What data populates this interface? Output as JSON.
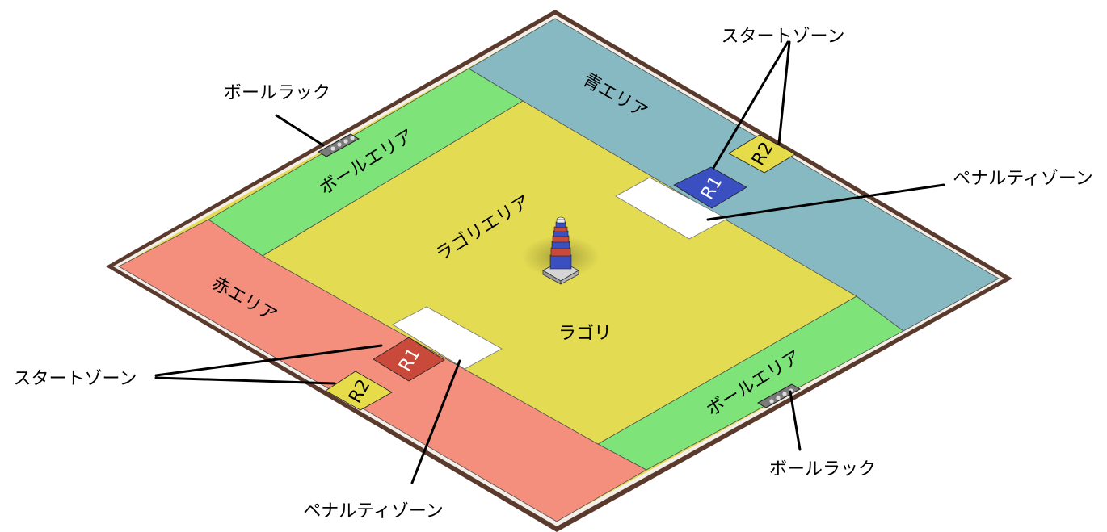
{
  "labels": {
    "blue_area": "青エリア",
    "red_area": "赤エリア",
    "ball_area_top": "ボールエリア",
    "ball_area_bottom": "ボールエリア",
    "lagori_area": "ラゴリエリア",
    "lagori": "ラゴリ",
    "start_zone_top": "スタートゾーン",
    "start_zone_left": "スタートゾーン",
    "penalty_zone_right": "ペナルティゾーン",
    "penalty_zone_bottom": "ペナルティゾーン",
    "ball_rack_top": "ボールラック",
    "ball_rack_bottom": "ボールラック",
    "blue_r1": "R1",
    "blue_r2": "R2",
    "red_r1": "R1",
    "red_r2": "R2"
  },
  "colors": {
    "border": "#5a3a2c",
    "blue_area": "#86b9c2",
    "red_area": "#f48f7e",
    "ball_area": "#7ee47a",
    "lagori_area": "#e3db52",
    "blue_r1": "#3a4fc0",
    "red_r1": "#c94a3a",
    "r2": "#e6dc4a",
    "penalty_zone": "#ffffff"
  }
}
